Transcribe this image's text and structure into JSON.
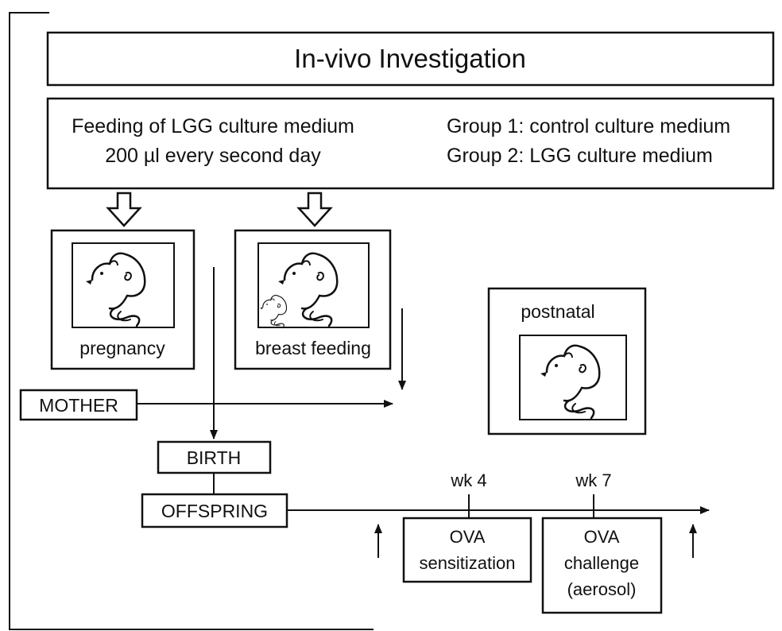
{
  "title": "In-vivo Investigation",
  "feeding": {
    "line1": "Feeding of LGG culture medium",
    "line2": "200 µl every second day",
    "group1": "Group 1: control culture medium",
    "group2": "Group 2: LGG culture medium"
  },
  "phases": {
    "pregnancy": "pregnancy",
    "breast_feeding": "breast feeding",
    "postnatal": "postnatal"
  },
  "labels": {
    "mother": "MOTHER",
    "birth": "BIRTH",
    "offspring": "OFFSPRING"
  },
  "timeline": {
    "wk4": "wk 4",
    "wk7": "wk 7",
    "sensitization_line1": "OVA",
    "sensitization_line2": "sensitization",
    "challenge_line1": "OVA",
    "challenge_line2": "challenge",
    "challenge_line3": "(aerosol)"
  },
  "icons": [
    "mouse-icon",
    "pup-icon",
    "hollow-down-arrow-icon",
    "up-arrow-icon"
  ]
}
